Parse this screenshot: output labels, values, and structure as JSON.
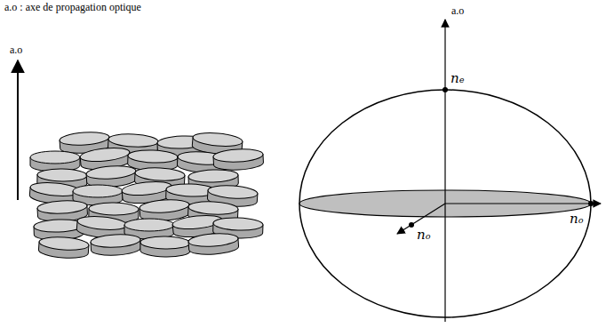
{
  "diagram": {
    "labels": [
      "a.o : axe de propagation optique",
      "a.o",
      "a.o",
      "nₑ",
      "nₒ",
      "nₒ"
    ]
  }
}
